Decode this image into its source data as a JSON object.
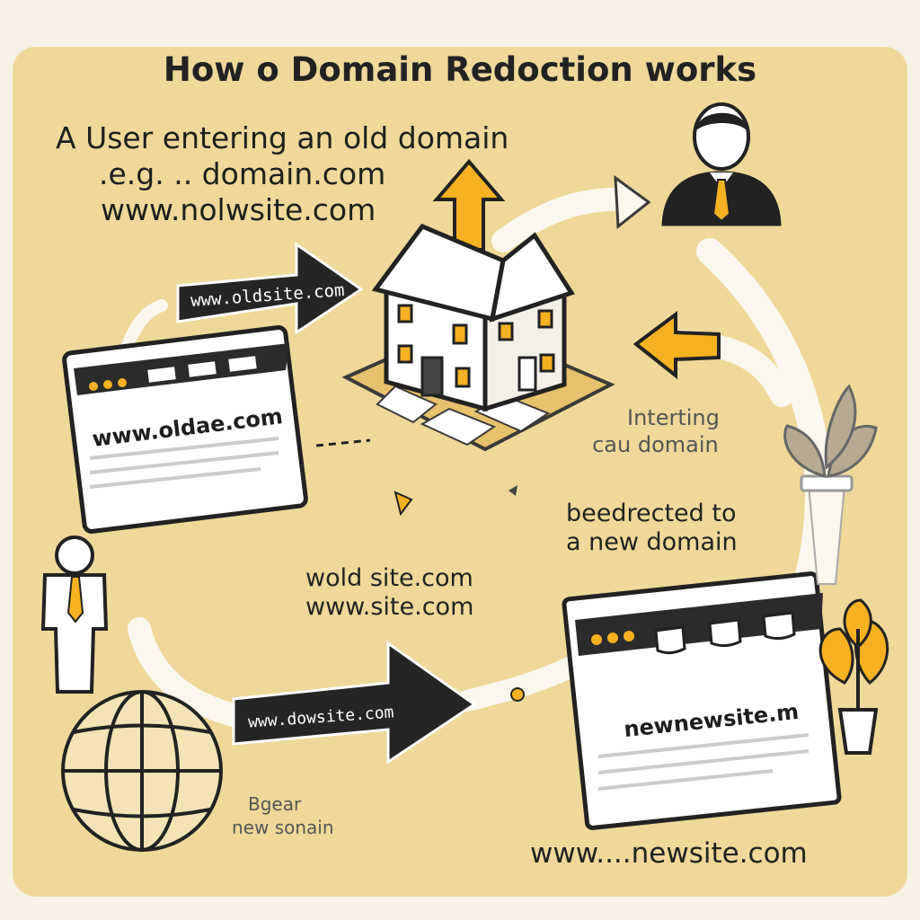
{
  "title": "How o Domain Redoction works",
  "user_note": {
    "line1": "A User entering an old domain",
    "line2": ".e.g. .. domain.com",
    "line3": "www.nolwsite.com"
  },
  "top_arrow_label": "www.oldsite.com",
  "left_browser_url": "www.oldae.com",
  "right_note": {
    "line1": "Interting",
    "line2": "cau domain"
  },
  "redirect_note": {
    "line1": "beedrected to",
    "line2": "a new domain"
  },
  "mid_note": {
    "line1": "wold site.com",
    "line2": "www.site.com"
  },
  "bottom_arrow_label": "www.dowsite.com",
  "right_browser_url": "newnewsite.m",
  "bottom_note": {
    "line1": "Bgear",
    "line2": "new sonain"
  },
  "bottom_url": "www....newsite.com",
  "colors": {
    "background": "#efd89a",
    "accent": "#f5b121",
    "dark": "#222222",
    "white": "#ffffff"
  },
  "icons": [
    "person-icon",
    "house-icon",
    "browser-icon",
    "globe-icon",
    "plant-icon",
    "arrow-icon"
  ]
}
